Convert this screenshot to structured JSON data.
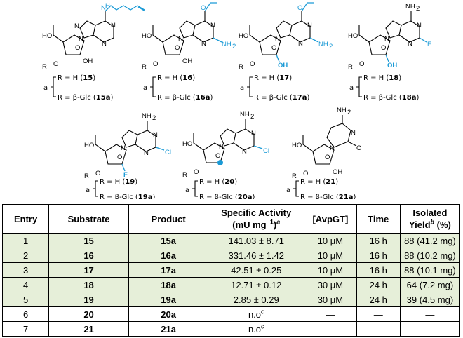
{
  "compounds": [
    {
      "id": "15",
      "r_h": "R = H (",
      "r_h_num": "15",
      "r_glc": "R = β-Glc (",
      "r_glc_num": "15a",
      "sub": "N",
      "sub2": "H",
      "show_a": "a"
    },
    {
      "id": "16",
      "r_h": "R = H (",
      "r_h_num": "16",
      "r_glc": "R = β-Glc (",
      "r_glc_num": "16a",
      "show_a": "a"
    },
    {
      "id": "17",
      "r_h": "R = H (",
      "r_h_num": "17",
      "r_glc": "R = β-Glc (",
      "r_glc_num": "17a",
      "show_a": "a"
    },
    {
      "id": "18",
      "r_h": "R = H (",
      "r_h_num": "18",
      "r_glc": "R = β-Glc (",
      "r_glc_num": "18a",
      "show_a": "a"
    },
    {
      "id": "19",
      "r_h": "R = H (",
      "r_h_num": "19",
      "r_glc": "R = β-Glc (",
      "r_glc_num": "19a",
      "show_a": "a"
    },
    {
      "id": "20",
      "r_h": "R = H (",
      "r_h_num": "20",
      "r_glc": "R = β-Glc (",
      "r_glc_num": "20a",
      "show_a": "a"
    },
    {
      "id": "21",
      "r_h": "R = H (",
      "r_h_num": "21",
      "r_glc": "R = β-Glc (",
      "r_glc_num": "21a",
      "show_a": "a"
    }
  ],
  "atoms": {
    "HO": "HO",
    "OH": "OH",
    "RO": "R",
    "O": "O",
    "N": "N",
    "NH2": "NH",
    "two": "2",
    "F": "F",
    "Cl": "Cl",
    "H": "H",
    "paren": ")"
  },
  "table": {
    "headers": {
      "entry": "Entry",
      "substrate": "Substrate",
      "product": "Product",
      "activity_line1": "Specific Activity",
      "activity_line2": "(mU mg",
      "activity_exp": "−1",
      "activity_close": ")",
      "activity_note": "a",
      "enzyme": "[AvpGT]",
      "time": "Time",
      "yield_line1": "Isolated",
      "yield_line2": "Yield",
      "yield_note": "b",
      "yield_unit": " (%)"
    },
    "rows": [
      {
        "entry": "1",
        "substrate": "15",
        "product": "15a",
        "activity": "141.03 ± 8.71",
        "note": "",
        "enzyme": "10 μM",
        "time": "16 h",
        "yield": "88 (41.2 mg)"
      },
      {
        "entry": "2",
        "substrate": "16",
        "product": "16a",
        "activity": "331.46 ± 1.42",
        "note": "",
        "enzyme": "10 μM",
        "time": "16 h",
        "yield": "88 (10.2 mg)"
      },
      {
        "entry": "3",
        "substrate": "17",
        "product": "17a",
        "activity": "42.51 ± 0.25",
        "note": "",
        "enzyme": "10 μM",
        "time": "16 h",
        "yield": "88 (10.1 mg)"
      },
      {
        "entry": "4",
        "substrate": "18",
        "product": "18a",
        "activity": "12.71 ± 0.12",
        "note": "",
        "enzyme": "30 μM",
        "time": "24 h",
        "yield": "64 (7.2 mg)"
      },
      {
        "entry": "5",
        "substrate": "19",
        "product": "19a",
        "activity": "2.85 ± 0.29",
        "note": "",
        "enzyme": "30 μM",
        "time": "24 h",
        "yield": "39 (4.5 mg)"
      },
      {
        "entry": "6",
        "substrate": "20",
        "product": "20a",
        "activity": "n.o",
        "note": "c",
        "enzyme": "—",
        "time": "—",
        "yield": "—"
      },
      {
        "entry": "7",
        "substrate": "21",
        "product": "21a",
        "activity": "n.o",
        "note": "c",
        "enzyme": "—",
        "time": "—",
        "yield": "—"
      }
    ],
    "highlight_color": "#e6efd9",
    "accent_color": "#1a9ad6"
  }
}
